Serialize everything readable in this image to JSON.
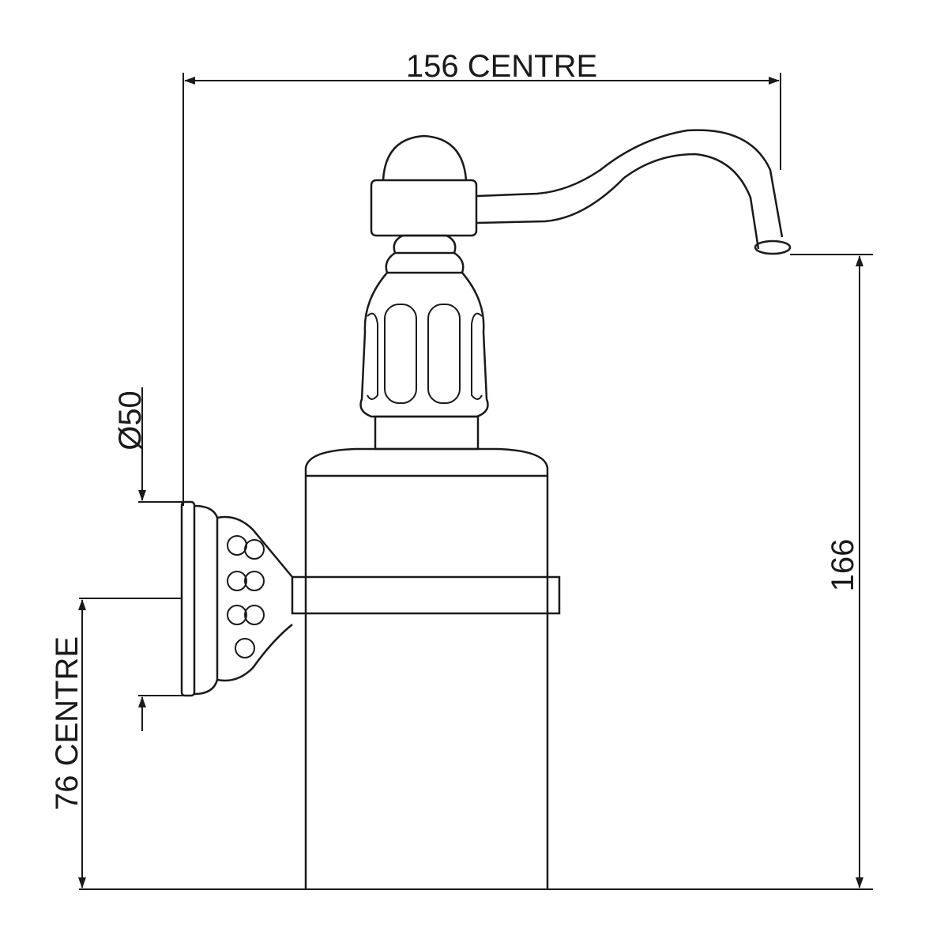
{
  "dimensions": {
    "width_label": "156 CENTRE",
    "height_label": "166",
    "diameter_label": "Ø50",
    "plate_centre_label": "76 CENTRE"
  },
  "colors": {
    "line": "#1a1a1a",
    "background": "#ffffff"
  }
}
